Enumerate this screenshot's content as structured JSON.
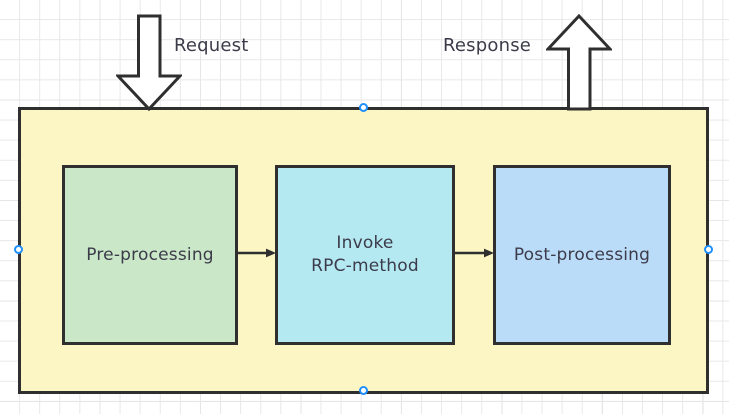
{
  "canvas": {
    "background_color": "#ffffff",
    "grid_minor_color": "#e8e8e8",
    "grid_major_color": "#d8d8d8",
    "grid_minor_spacing": 20,
    "grid_major_spacing": 100
  },
  "service_container": {
    "name": "service-container",
    "fill_color": "#fcf6c4",
    "stroke_color": "#2f2f2f"
  },
  "stages": [
    {
      "id": "pre-processing",
      "label": "Pre-processing",
      "label_line1": "Pre-processing",
      "label_line2": "",
      "fill_color": "#cae8c8",
      "stroke_color": "#2f2f2f"
    },
    {
      "id": "invoke-rpc-method",
      "label": "Invoke RPC-method",
      "label_line1": "Invoke",
      "label_line2": "RPC-method",
      "fill_color": "#b5e9f2",
      "stroke_color": "#2f2f2f"
    },
    {
      "id": "post-processing",
      "label": "Post-processing",
      "label_line1": "Post-processing",
      "label_line2": "",
      "fill_color": "#bbdcf8",
      "stroke_color": "#2f2f2f"
    }
  ],
  "flow_arrows": [
    {
      "id": "request-arrow",
      "label": "Request",
      "direction": "down",
      "fill_color": "#ffffff",
      "stroke_color": "#2f2f2f"
    },
    {
      "id": "response-arrow",
      "label": "Response",
      "direction": "up",
      "fill_color": "#ffffff",
      "stroke_color": "#2f2f2f"
    }
  ],
  "connectors": [
    {
      "id": "pre-to-rpc",
      "from": "pre-processing",
      "to": "invoke-rpc-method",
      "style": "arrow-right"
    },
    {
      "id": "rpc-to-post",
      "from": "invoke-rpc-method",
      "to": "post-processing",
      "style": "arrow-right"
    }
  ],
  "selection_handles": {
    "color": "#1e90ff",
    "positions": [
      "top-center",
      "bottom-center",
      "middle-left",
      "middle-right"
    ]
  }
}
